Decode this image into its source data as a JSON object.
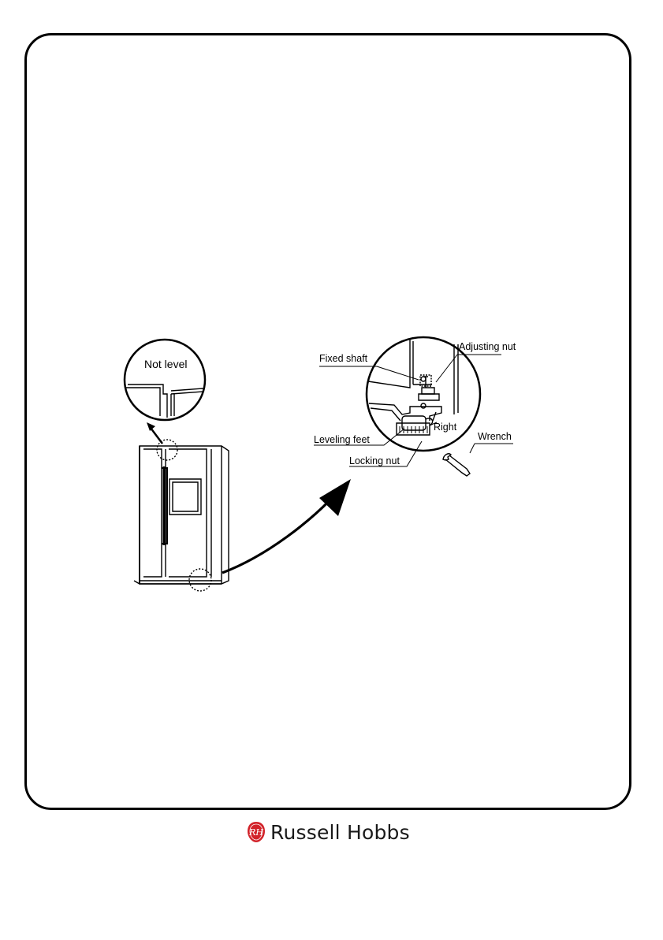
{
  "figure": {
    "top_callout": "Not level",
    "labels": {
      "fixed_shaft": "Fixed shaft",
      "adjusting_nut": "Adjusting nut",
      "leveling_feet": "Leveling feet",
      "right": "Right",
      "locking_nut": "Locking nut",
      "wrench": "Wrench"
    }
  },
  "footer": {
    "brand_name": "Russell Hobbs",
    "logo_monogram": "RH",
    "brand_color": "#d2232a"
  }
}
